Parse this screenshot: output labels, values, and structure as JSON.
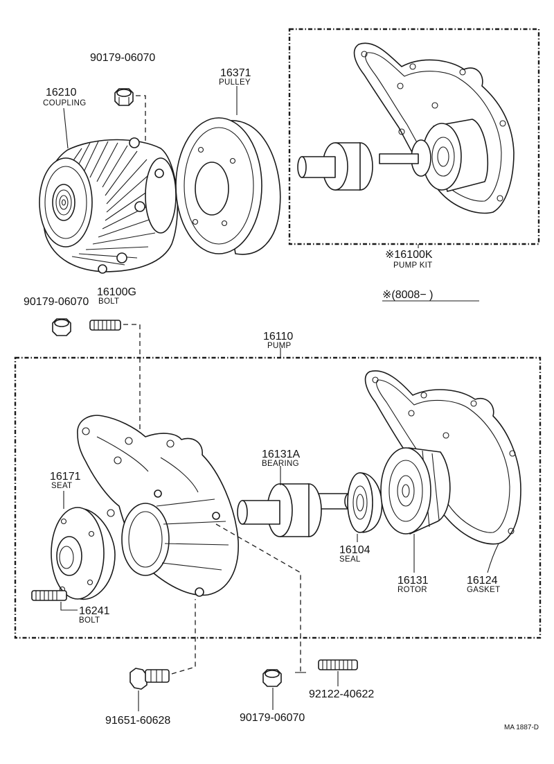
{
  "parts": {
    "nut_top": {
      "number": "90179-06070"
    },
    "coupling": {
      "number": "16210",
      "name": "COUPLING"
    },
    "pulley": {
      "number": "16371",
      "name": "PULLEY"
    },
    "pump_kit": {
      "number": "※16100K",
      "name": "PUMP KIT"
    },
    "fan_bolt": {
      "number": "16100G",
      "name": "BOLT"
    },
    "nut_left": {
      "number": "90179-06070"
    },
    "date_note": {
      "text": "※(8008−      )"
    },
    "pump": {
      "number": "16110",
      "name": "PUMP"
    },
    "seat": {
      "number": "16171",
      "name": "SEAT"
    },
    "bearing": {
      "number": "16131A",
      "name": "BEARING"
    },
    "seal": {
      "number": "16104",
      "name": "SEAL"
    },
    "rotor": {
      "number": "16131",
      "name": "ROTOR"
    },
    "gasket": {
      "number": "16124",
      "name": "GASKET"
    },
    "stud_bolt": {
      "number": "16241",
      "name": "BOLT"
    },
    "bolt_bottom": {
      "number": "91651-60628"
    },
    "nut_bottom": {
      "number": "90179-06070"
    },
    "stud_bottom": {
      "number": "92122-40622"
    }
  },
  "drawing_code": "MA 1887-D"
}
